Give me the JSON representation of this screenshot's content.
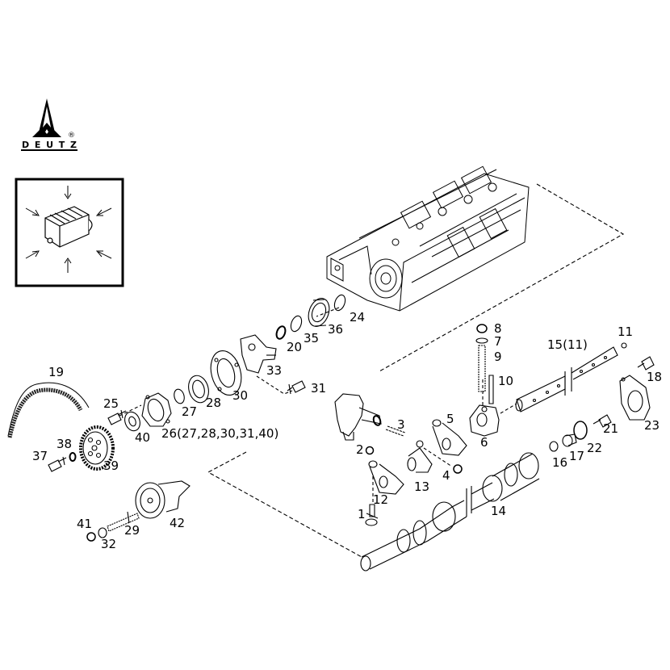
{
  "brand": {
    "name": "DEUTZ",
    "registered_mark": "®"
  },
  "inset": {
    "description": "Orientation pictogram of engine block with directional view arrows"
  },
  "diagram": {
    "title": "Cylinder head camshaft & rocker assembly — exploded view",
    "colors": {
      "line": "#000000",
      "background": "#ffffff"
    },
    "callouts": [
      {
        "id": "c1",
        "text": "1"
      },
      {
        "id": "c2",
        "text": "2"
      },
      {
        "id": "c3",
        "text": "3"
      },
      {
        "id": "c4",
        "text": "4"
      },
      {
        "id": "c5",
        "text": "5"
      },
      {
        "id": "c6",
        "text": "6"
      },
      {
        "id": "c7",
        "text": "7"
      },
      {
        "id": "c8",
        "text": "8"
      },
      {
        "id": "c9",
        "text": "9"
      },
      {
        "id": "c10",
        "text": "10"
      },
      {
        "id": "c11",
        "text": "11"
      },
      {
        "id": "c12",
        "text": "12"
      },
      {
        "id": "c13",
        "text": "13"
      },
      {
        "id": "c14",
        "text": "14"
      },
      {
        "id": "c15",
        "text": "15(11)"
      },
      {
        "id": "c16",
        "text": "16"
      },
      {
        "id": "c17",
        "text": "17"
      },
      {
        "id": "c18",
        "text": "18"
      },
      {
        "id": "c19",
        "text": "19"
      },
      {
        "id": "c20",
        "text": "20"
      },
      {
        "id": "c21",
        "text": "21"
      },
      {
        "id": "c22",
        "text": "22"
      },
      {
        "id": "c23",
        "text": "23"
      },
      {
        "id": "c24",
        "text": "24"
      },
      {
        "id": "c25",
        "text": "25"
      },
      {
        "id": "c26",
        "text": "26(27,28,30,31,40)"
      },
      {
        "id": "c27",
        "text": "27"
      },
      {
        "id": "c28",
        "text": "28"
      },
      {
        "id": "c29",
        "text": "29"
      },
      {
        "id": "c30",
        "text": "30"
      },
      {
        "id": "c31",
        "text": "31"
      },
      {
        "id": "c32",
        "text": "32"
      },
      {
        "id": "c33",
        "text": "33"
      },
      {
        "id": "c35",
        "text": "35"
      },
      {
        "id": "c36",
        "text": "36"
      },
      {
        "id": "c37",
        "text": "37"
      },
      {
        "id": "c38",
        "text": "38"
      },
      {
        "id": "c39",
        "text": "39"
      },
      {
        "id": "c40",
        "text": "40"
      },
      {
        "id": "c41",
        "text": "41"
      },
      {
        "id": "c42",
        "text": "42"
      }
    ]
  }
}
